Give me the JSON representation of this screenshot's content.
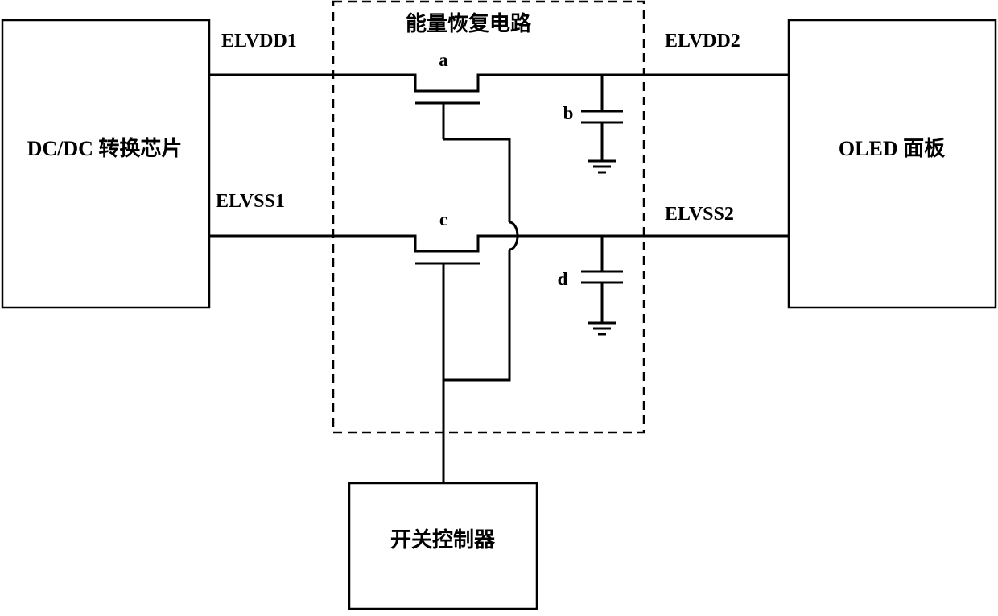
{
  "blocks": {
    "dcdc": "DC/DC 转换芯片",
    "oled": "OLED 面板",
    "switch_controller": "开关控制器"
  },
  "recovery_circuit": {
    "title": "能量恢复电路"
  },
  "nets": {
    "elvdd1": "ELVDD1",
    "elvdd2": "ELVDD2",
    "elvss1": "ELVSS1",
    "elvss2": "ELVSS2"
  },
  "components": {
    "transistor_a": "a",
    "capacitor_b": "b",
    "transistor_c": "c",
    "capacitor_d": "d"
  }
}
